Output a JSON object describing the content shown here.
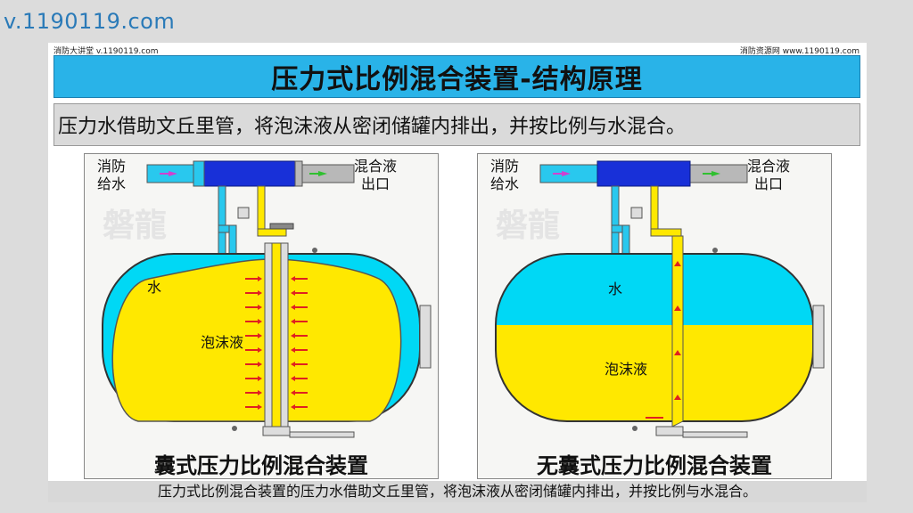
{
  "watermark_url": "v.1190119.com",
  "header_left": "消防大讲堂 v.1190119.com",
  "header_right": "消防资源网 www.1190119.com",
  "title": "压力式比例混合装置-结构原理",
  "subtitle": "压力水借助文丘里管，将泡沫液从密闭储罐内排出，并按比例与水混合。",
  "left_panel": {
    "inlet": "消防\n给水",
    "outlet": "混合液\n出口",
    "water": "水",
    "foam": "泡沫液",
    "watermark": "磐龍",
    "caption": "囊式压力比例混合装置"
  },
  "right_panel": {
    "inlet": "消防\n给水",
    "outlet": "混合液\n出口",
    "water": "水",
    "foam": "泡沫液",
    "watermark": "磐龍",
    "caption": "无囊式压力比例混合装置"
  },
  "caption_bottom": "压力式比例混合装置的压力水借助文丘里管，将泡沫液从密闭储罐内排出，并按比例与水混合。",
  "colors": {
    "water": "#00d8f5",
    "foam": "#ffe800",
    "venturi": "#1830d8",
    "pipe": "#b8b8b8",
    "arrow": "#e02020",
    "title_bg": "#29b3e8"
  }
}
